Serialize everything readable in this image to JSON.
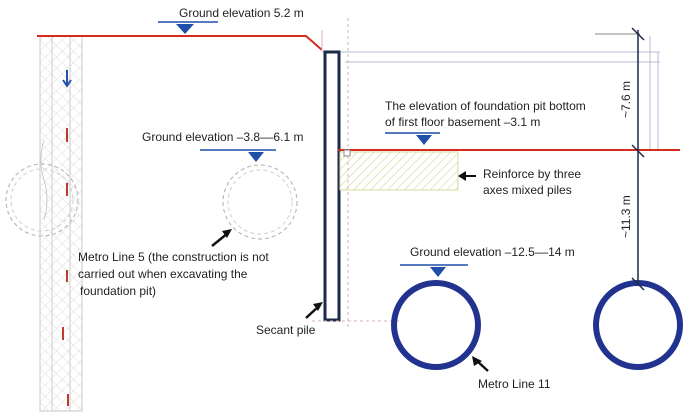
{
  "labels": {
    "ground_top": "Ground elevation 5.2 m",
    "ground_mid": "Ground elevation –3.8––6.1 m",
    "pit_bottom_line1": "The elevation of foundation pit bottom",
    "pit_bottom_line2": "of first floor basement –3.1 m",
    "reinforce_line1": "Reinforce by three",
    "reinforce_line2": "axes mixed piles",
    "metro5_line1": "Metro Line 5  (the construction is not",
    "metro5_line2": "carried out when excavating the",
    "metro5_line3": "foundation pit)",
    "secant_pile": "Secant pile",
    "ground_low": "Ground elevation –12.5––14 m",
    "metro11": "Metro Line 11",
    "dim_upper": "~7.6 m",
    "dim_lower": "~11.3 m"
  },
  "colors": {
    "ground_line": "#d62a1e",
    "pile": "#1b2a4a",
    "tunnel": "#22338f",
    "marker": "#1f4fa8",
    "text": "#222222",
    "hatch": "#c9d27a",
    "light_gray": "#b8b8b8"
  }
}
